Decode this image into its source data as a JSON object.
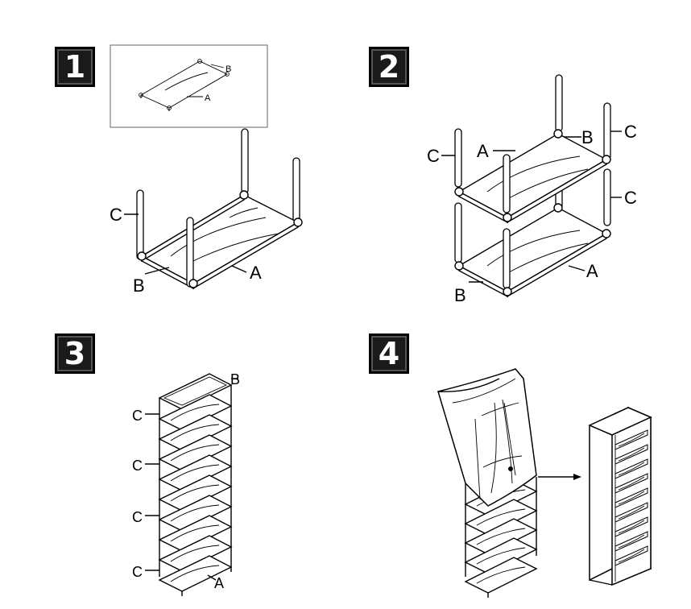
{
  "steps": [
    {
      "number": "1",
      "inset_labels": [
        "B",
        "A"
      ],
      "labels": [
        "C",
        "B",
        "A"
      ]
    },
    {
      "number": "2",
      "labels": [
        "C",
        "A",
        "B",
        "C",
        "C",
        "A",
        "B"
      ]
    },
    {
      "number": "3",
      "labels": [
        "B",
        "C",
        "C",
        "C",
        "C",
        "A"
      ]
    },
    {
      "number": "4"
    }
  ],
  "colors": {
    "line": "#000000",
    "badge": "#1a1a1a",
    "background": "#ffffff"
  }
}
